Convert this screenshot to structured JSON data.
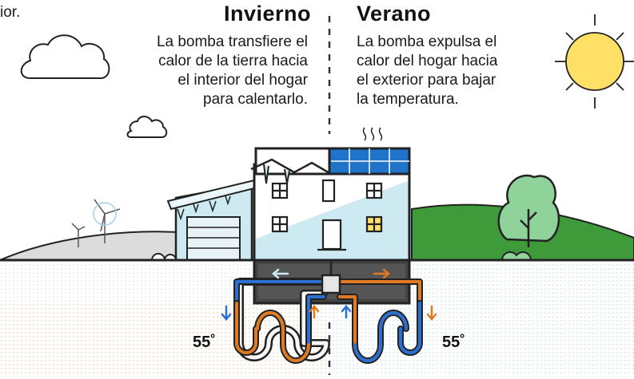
{
  "fragment_text": "ior.",
  "winter": {
    "title": "Invierno",
    "lines": [
      "La bomba transfiere el",
      "calor de la tierra hacia",
      "el interior del hogar",
      "para calentarlo."
    ]
  },
  "summer": {
    "title": "Verano",
    "lines": [
      "La bomba expulsa el",
      "calor del hogar hacia",
      "el exterior para bajar",
      "la temperatura."
    ]
  },
  "temperatures": {
    "left": "55˚",
    "right": "55˚"
  },
  "colors": {
    "winter_pipe": "#2a6fd1",
    "summer_pipe": "#e07a22",
    "sun": "#ffe066",
    "grass": "#3f9b3a",
    "tree": "#8fd39a",
    "glacier_blue": "#cde9f2",
    "solar_panel": "#1f74c9"
  },
  "icons": [
    "cloud-icon",
    "sun-icon",
    "wind-turbine-icon",
    "tree-icon",
    "heat-wave-icon"
  ]
}
